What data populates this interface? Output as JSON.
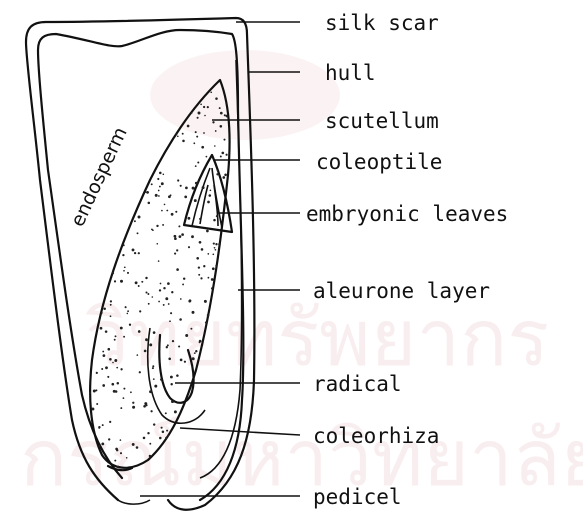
{
  "diagram": {
    "labels": {
      "silk_scar": "silk scar",
      "hull": "hull",
      "scutellum": "scutellum",
      "coleoptile": "coleoptile",
      "embryonic_leaves": "embryonic leaves",
      "aleurone_layer": "aleurone layer",
      "radical": "radical",
      "coleorhiza": "coleorhiza",
      "pedicel": "pedicel",
      "endosperm": "endosperm"
    },
    "watermark": {
      "line1": "วิทยทรัพยากร",
      "line2": "กรณ์มหาวิทยาลัย"
    }
  }
}
